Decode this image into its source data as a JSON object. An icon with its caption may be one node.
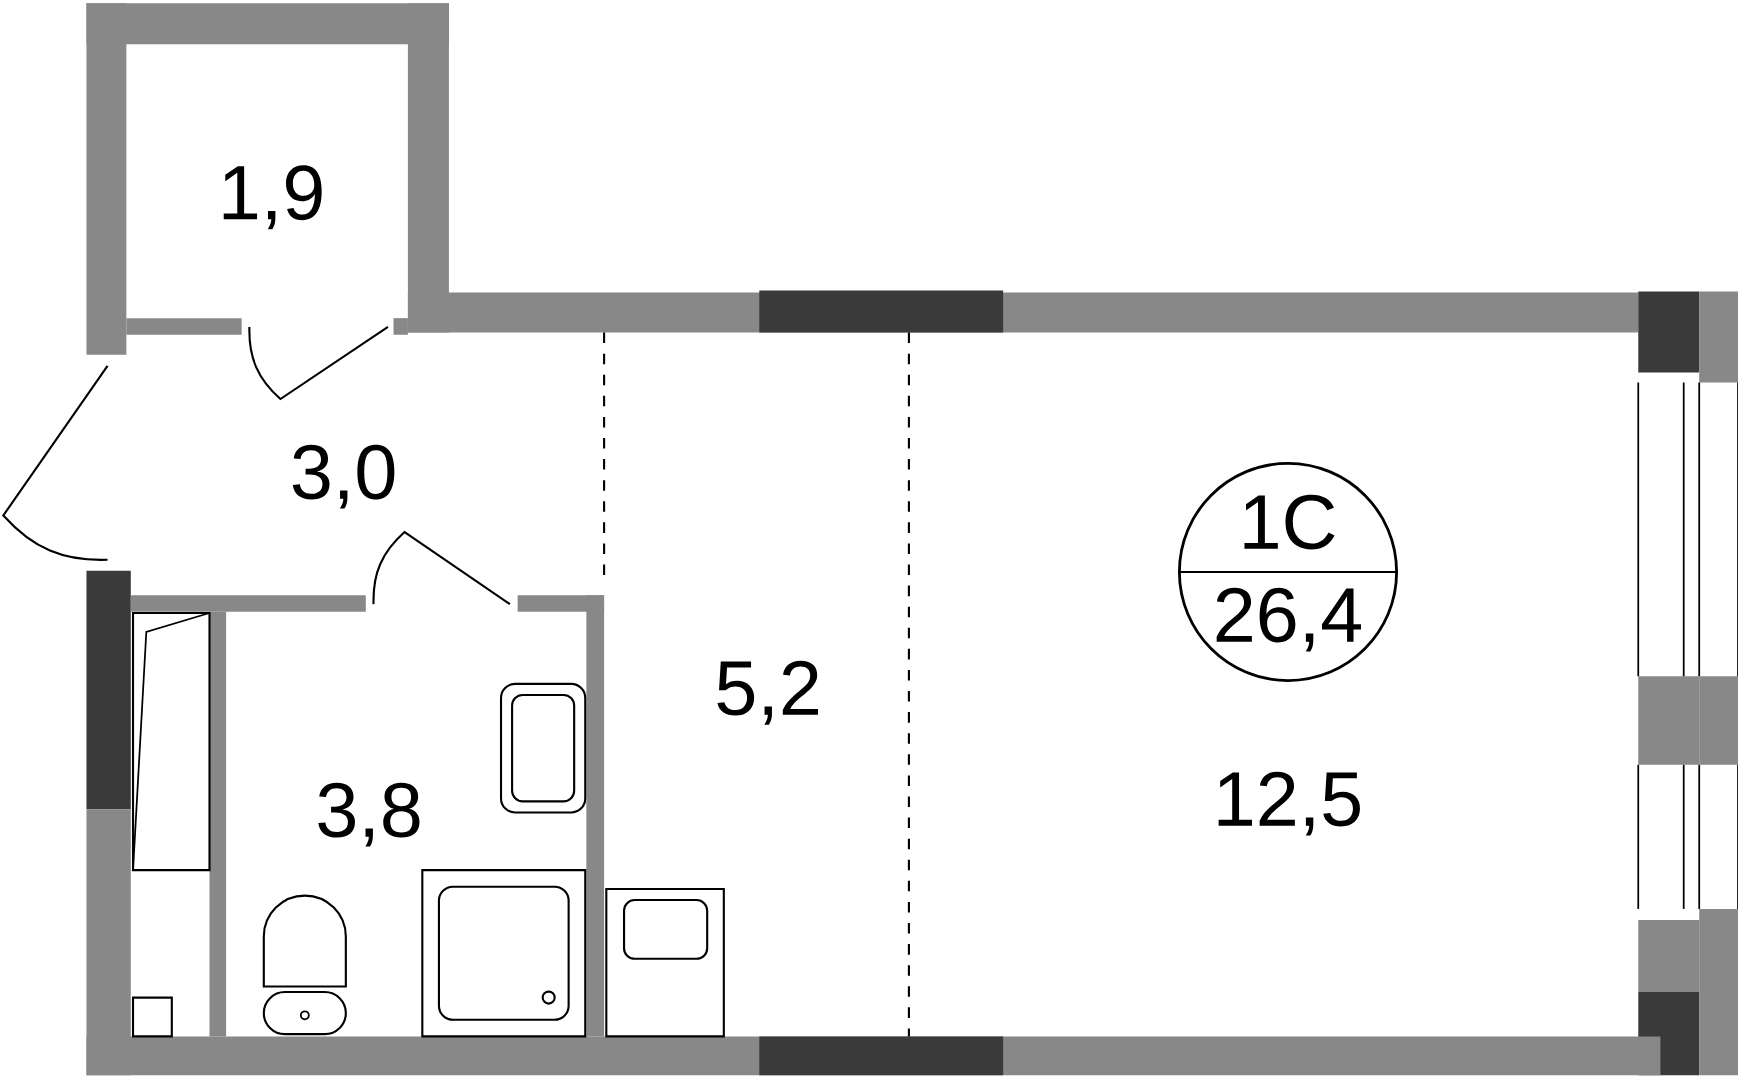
{
  "diagram": {
    "nodes": [
      {
        "text": [
          "1C",
          "26,4"
        ]
      }
    ],
    "edges": [],
    "labels": [
      "1,9",
      "3,0",
      "3,8",
      "5,2",
      "12,5"
    ]
  }
}
